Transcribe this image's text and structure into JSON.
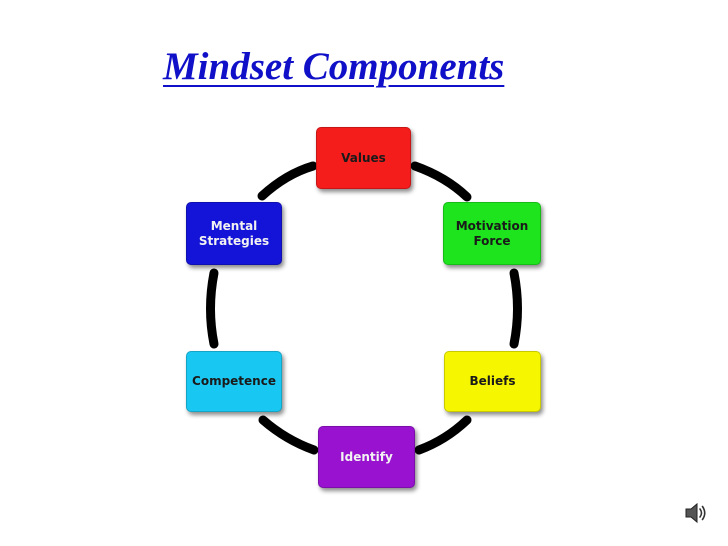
{
  "title": "Mindset Components",
  "nodes": {
    "values": "Values",
    "motivation": "Motivation Force",
    "beliefs": "Beliefs",
    "identify": "Identify",
    "competence": "Competence",
    "mental": "Mental Strategies"
  },
  "colors": {
    "title": "#1010c8",
    "values": "#f51c1c",
    "motivation": "#1de41d",
    "beliefs": "#f6f600",
    "identify": "#9812d0",
    "competence": "#19c8f2",
    "mental": "#1414d8",
    "connector": "#000000"
  },
  "icons": {
    "audio": "speaker-icon"
  }
}
